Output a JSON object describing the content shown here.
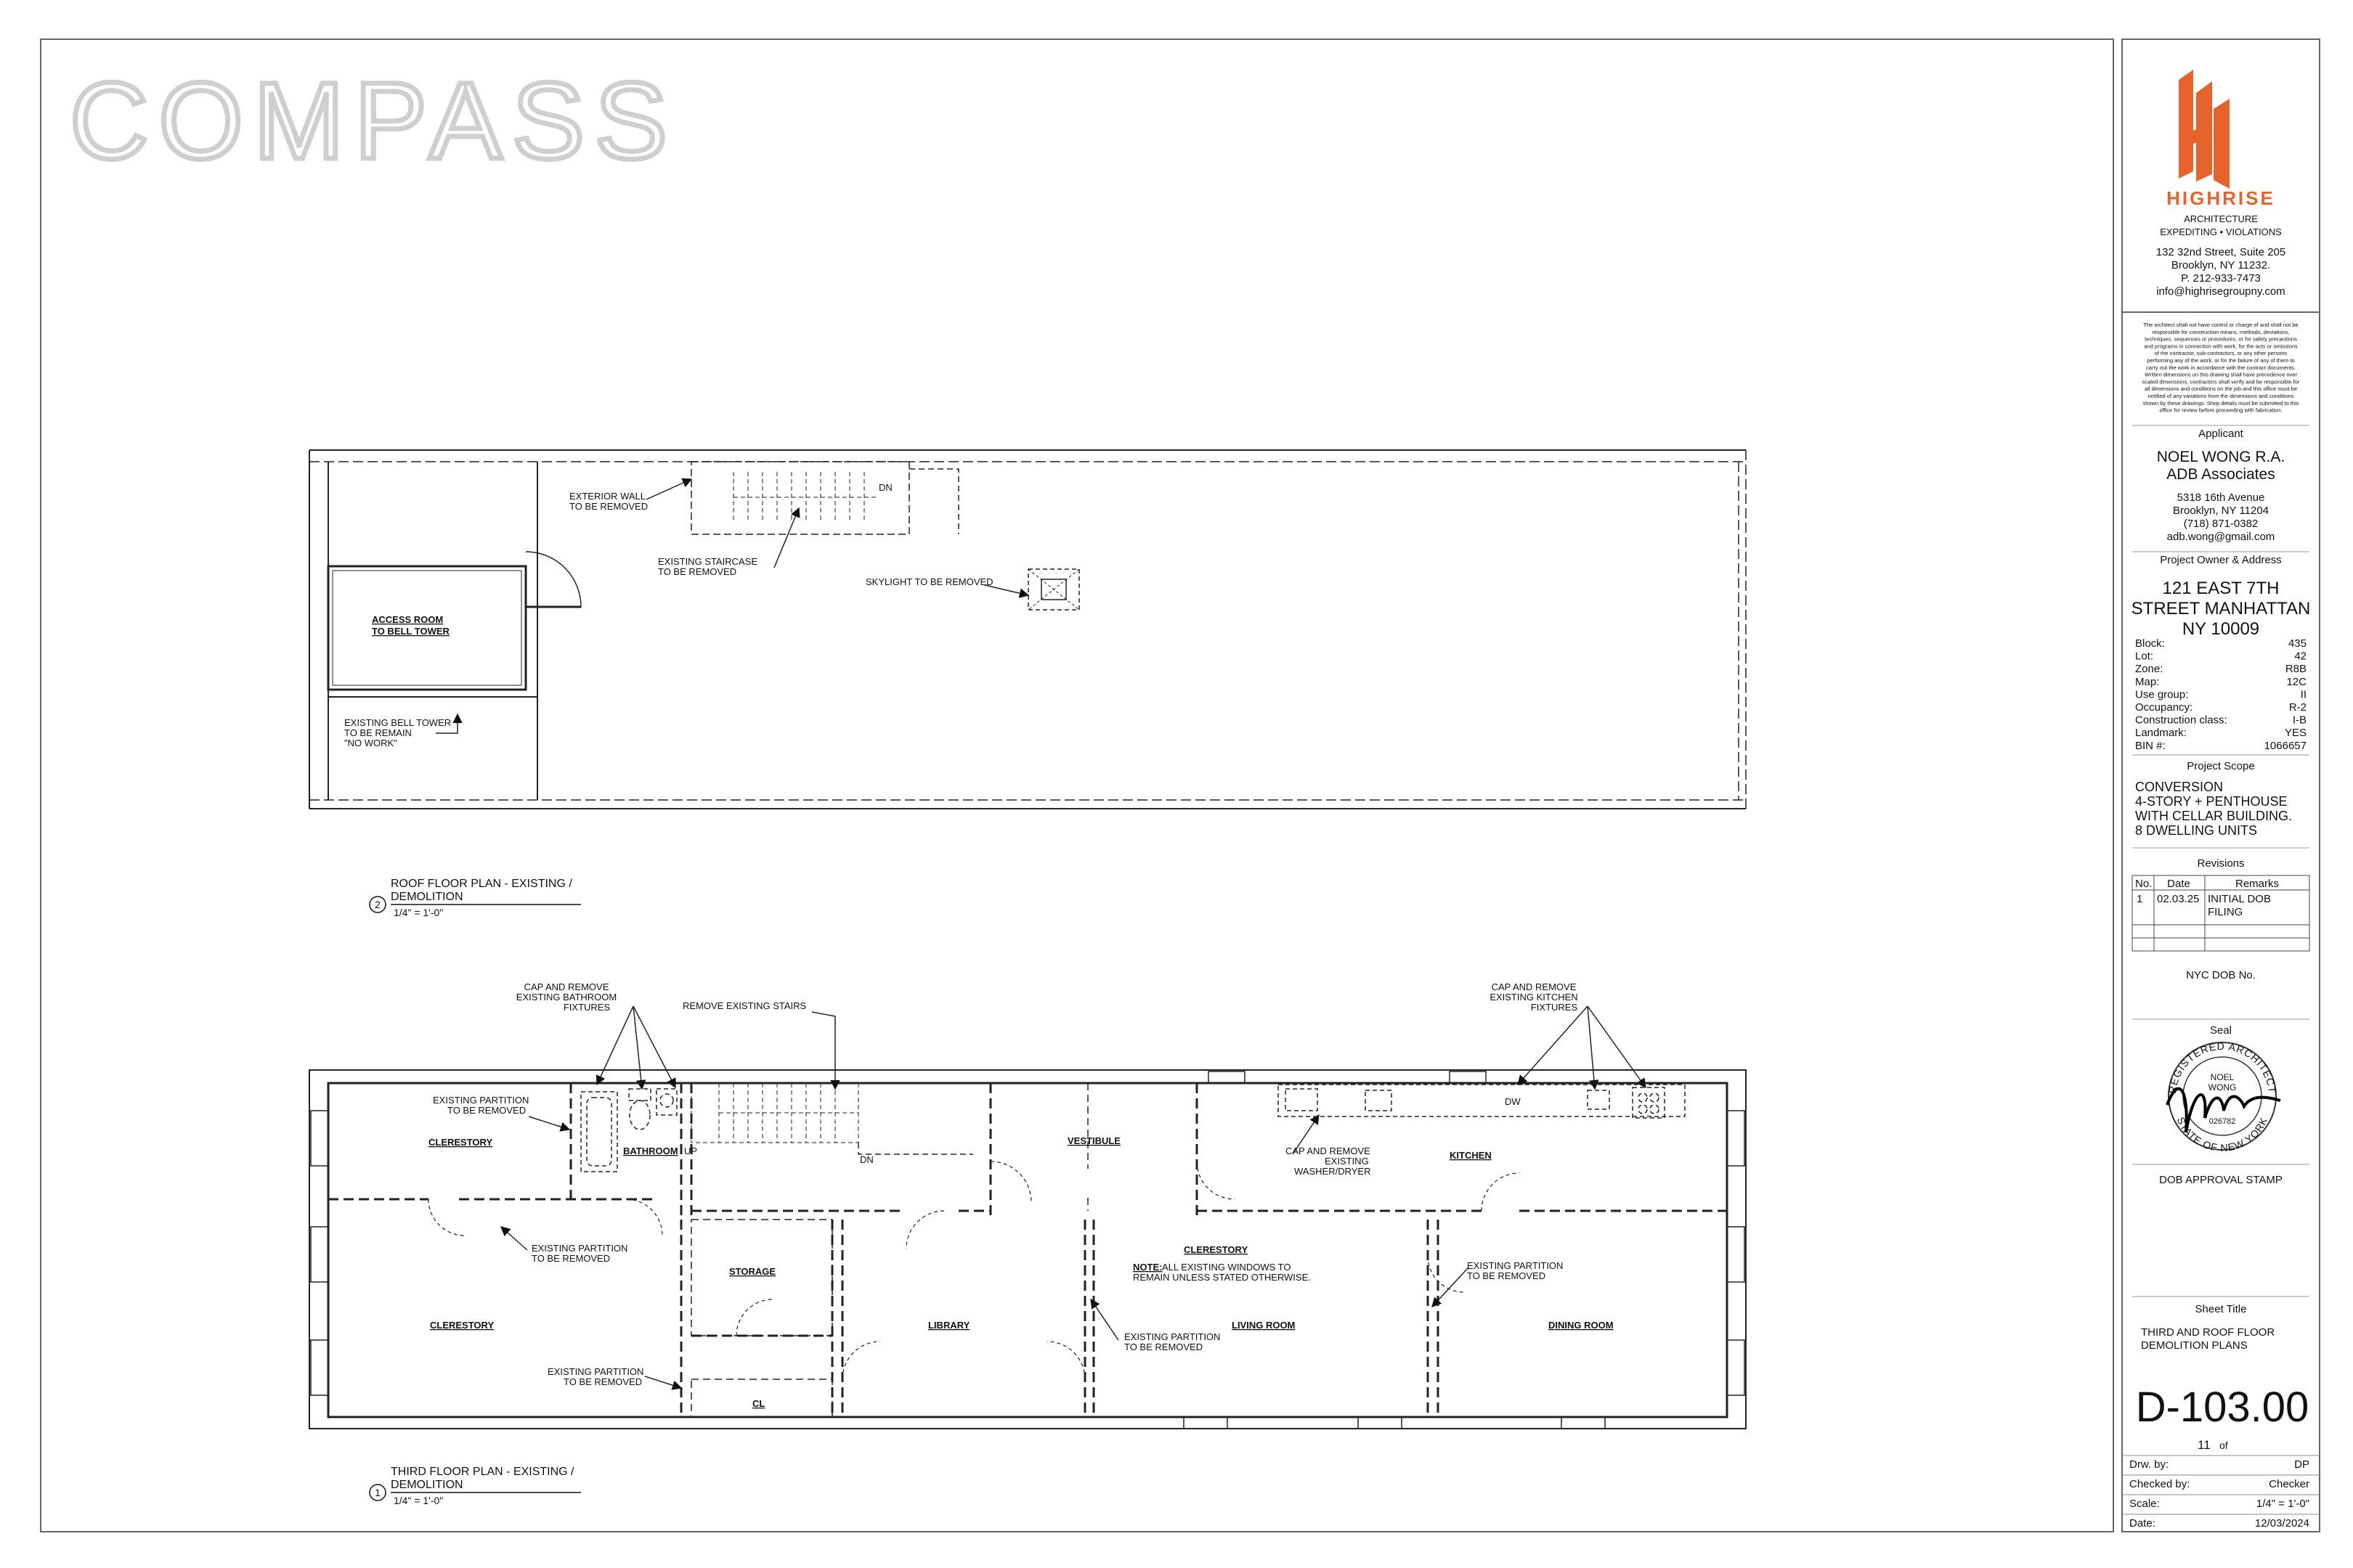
{
  "watermark": "COMPASS",
  "firm": {
    "name": "HIGHRISE",
    "line1": "ARCHITECTURE",
    "line2": "EXPEDITING • VIOLATIONS",
    "address1": "132 32nd Street, Suite 205",
    "address2": "Brooklyn, NY 11232.",
    "phone": "P. 212-933-7473",
    "email": "info@highrisegroupny.com",
    "brand_color": "#e8632b"
  },
  "disclaimer": [
    "The architect shall not have control or charge of and shall not be",
    "responsible for construction means, methods, deviations,",
    "techniques, sequences or procedures, or for safety precautions",
    "and programs in connection with work, for the acts or omissions",
    "of the contractor, sub-contractors, or any other persons",
    "performing any of the work, or for the failure of any of them to",
    "carry out the work in accordance with the contract documents.",
    "Written dimensions on this drawing shall have precedence over",
    "scaled dimensions, contractors shall verify and be responsible for",
    "all dimensions and conditions on the job and this office must be",
    "notified of any variations from the dimensions and conditions",
    "shown by these drawings. Shop details must be submitted to this",
    "office for review before proceeding with fabrication."
  ],
  "applicant": {
    "label": "Applicant",
    "name1": "NOEL WONG R.A.",
    "name2": "ADB Associates",
    "address1": "5318 16th Avenue",
    "address2": "Brooklyn, NY 11204",
    "phone": "(718) 871-0382",
    "email": "adb.wong@gmail.com"
  },
  "project": {
    "label": "Project Owner & Address",
    "address_lines": [
      "121 EAST 7TH",
      "STREET MANHATTAN",
      "NY 10009"
    ],
    "facts": [
      {
        "k": "Block:",
        "v": "435"
      },
      {
        "k": "Lot:",
        "v": "42"
      },
      {
        "k": "Zone:",
        "v": "R8B"
      },
      {
        "k": "Map:",
        "v": "12C"
      },
      {
        "k": "Use group:",
        "v": "II"
      },
      {
        "k": "Occupancy:",
        "v": "R-2"
      },
      {
        "k": "Construction class:",
        "v": "I-B"
      },
      {
        "k": "Landmark:",
        "v": "YES"
      },
      {
        "k": "BIN #:",
        "v": "1066657"
      }
    ],
    "scope_label": "Project Scope",
    "scope_lines": [
      "CONVERSION",
      "4-STORY + PENTHOUSE",
      "WITH CELLAR BUILDING.",
      "8 DWELLING UNITS"
    ]
  },
  "revisions": {
    "label": "Revisions",
    "headers": [
      "No.",
      "Date",
      "Remarks"
    ],
    "rows": [
      {
        "no": "1",
        "date": "02.03.25",
        "remarks1": "INITIAL DOB",
        "remarks2": "FILING"
      }
    ]
  },
  "dob": {
    "number_label": "NYC DOB No.",
    "seal_label": "Seal",
    "seal_top": "REGISTERED ARCHITECT",
    "seal_name1": "NOEL",
    "seal_name2": "WONG",
    "seal_num": "026782",
    "seal_bottom": "STATE OF NEW YORK",
    "stamp_label": "DOB APPROVAL STAMP"
  },
  "sheet": {
    "title_label": "Sheet Title",
    "title_lines": [
      "THIRD AND ROOF FLOOR",
      "DEMOLITION PLANS"
    ],
    "number": "D-103.00",
    "count": "11",
    "of": "of",
    "meta": [
      {
        "k": "Drw. by:",
        "v": "DP"
      },
      {
        "k": "Checked by:",
        "v": "Checker"
      },
      {
        "k": "Scale:",
        "v": "1/4\" = 1'-0\""
      },
      {
        "k": "Date:",
        "v": "12/03/2024"
      }
    ]
  },
  "roof_plan": {
    "number": "2",
    "title1": "ROOF FLOOR PLAN - EXISTING /",
    "title2": "DEMOLITION",
    "scale": "1/4\" = 1'-0\"",
    "rooms": {
      "access1": "ACCESS ROOM",
      "access2": "TO BELL TOWER"
    },
    "dn": "DN",
    "notes": {
      "wall1": "EXTERIOR WALL",
      "wall2": "TO BE REMOVED",
      "stair1": "EXISTING STAIRCASE",
      "stair2": "TO BE REMOVED",
      "sky": "SKYLIGHT TO BE REMOVED",
      "bell1": "EXISTING BELL TOWER",
      "bell2": "TO BE REMAIN",
      "bell3": "\"NO WORK\""
    }
  },
  "third_plan": {
    "number": "1",
    "title1": "THIRD FLOOR PLAN - EXISTING /",
    "title2": "DEMOLITION",
    "scale": "1/4\" = 1'-0\"",
    "rooms": {
      "clerestory_a": "CLERESTORY",
      "bathroom": "BATHROOM",
      "vestibule": "VESTIBULE",
      "kitchen": "KITCHEN",
      "clerestory_b": "CLERESTORY",
      "storage": "STORAGE",
      "library": "LIBRARY",
      "clerestory_c": "CLERESTORY",
      "living": "LIVING ROOM",
      "dining": "DINING ROOM",
      "cl": "CL"
    },
    "up": "UP",
    "dn": "DN",
    "dw": "DW",
    "notes": {
      "bath1": "CAP AND REMOVE",
      "bath2": "EXISTING BATHROOM",
      "bath3": "FIXTURES",
      "stairs": "REMOVE EXISTING STAIRS",
      "kit1": "CAP AND REMOVE",
      "kit2": "EXISTING KITCHEN",
      "kit3": "FIXTURES",
      "p1a": "EXISTING PARTITION",
      "p1b": "TO BE REMOVED",
      "p2a": "EXISTING PARTITION",
      "p2b": "TO BE REMOVED",
      "p3a": "EXISTING PARTITION",
      "p3b": "TO BE REMOVED",
      "p4a": "EXISTING PARTITION",
      "p4b": "TO BE REMOVED",
      "p5a": "EXISTING PARTITION",
      "p5b": "TO BE REMOVED",
      "wd1": "CAP AND REMOVE",
      "wd2": "EXISTING",
      "wd3": "WASHER/DRYER",
      "note_label": "NOTE:",
      "note1": " ALL EXISTING WINDOWS TO",
      "note2": "REMAIN UNLESS STATED OTHERWISE."
    }
  }
}
